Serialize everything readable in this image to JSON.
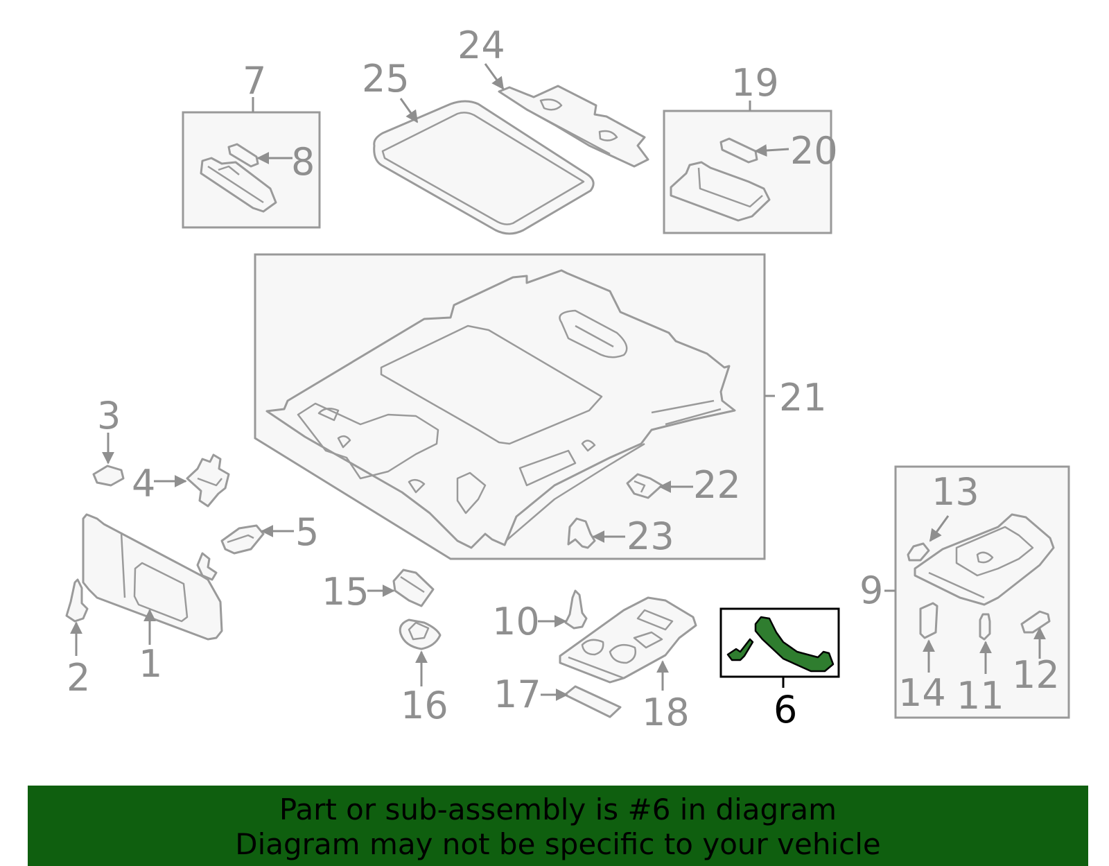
{
  "banner": {
    "line1": "Part or sub-assembly is #6 in diagram",
    "line2": "Diagram may not be specific to your vehicle",
    "background": "#0f5f0f"
  },
  "highlight_color": "#2f7d2f",
  "highlighted_part": "6",
  "callouts": {
    "c1": "1",
    "c2": "2",
    "c3": "3",
    "c4": "4",
    "c5": "5",
    "c6": "6",
    "c7": "7",
    "c8": "8",
    "c9": "9",
    "c10": "10",
    "c11": "11",
    "c12": "12",
    "c13": "13",
    "c14": "14",
    "c15": "15",
    "c16": "16",
    "c17": "17",
    "c18": "18",
    "c19": "19",
    "c20": "20",
    "c21": "21",
    "c22": "22",
    "c23": "23",
    "c24": "24",
    "c25": "25"
  }
}
